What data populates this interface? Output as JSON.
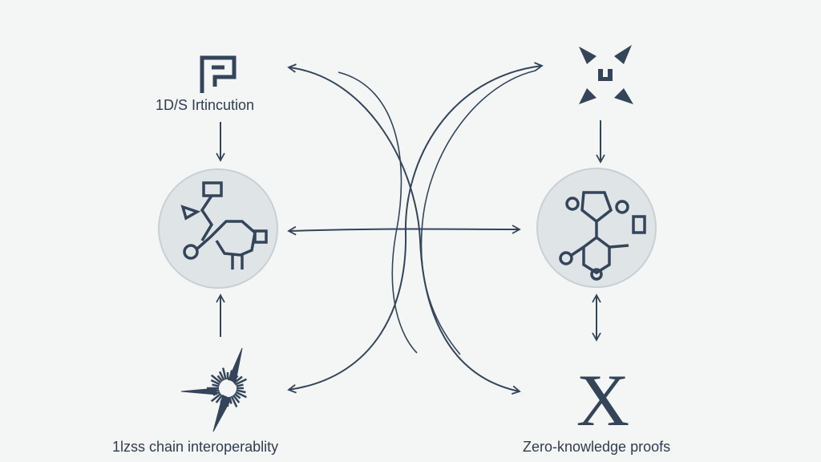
{
  "labels": {
    "top_left": "1D/S Irtincution",
    "bottom_left": "1lzss chain interoperablity",
    "bottom_right": "Zero-knowledge proofs"
  },
  "glyphs": {
    "bottom_right_letter": "X"
  },
  "colors": {
    "background": "#f4f6f5",
    "ink": "#34455a",
    "circle_fill": "#dfe4e6",
    "circle_stroke": "#c9d0d4"
  }
}
